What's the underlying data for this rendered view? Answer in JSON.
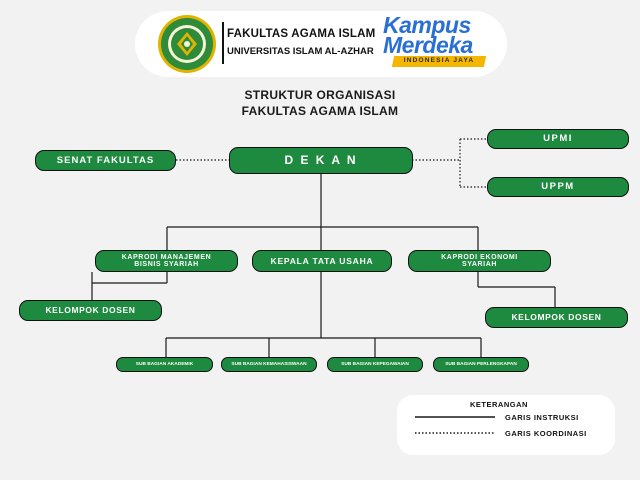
{
  "header": {
    "faculty": "FAKULTAS AGAMA ISLAM",
    "university": "UNIVERSITAS ISLAM AL-AZHAR",
    "kampus_word1": "Kampus",
    "kampus_word2": "Merdeka",
    "kampus_tagline": "INDONESIA JAYA",
    "seal_icon": "university-seal-icon",
    "colors": {
      "seal_green": "#2e8b3a",
      "seal_gold": "#e0b400",
      "kampus_blue": "#2a6fd6",
      "kampus_yellow": "#f5b600"
    }
  },
  "title": {
    "line1": "STRUKTUR ORGANISASI",
    "line2": "FAKULTAS AGAMA ISLAM"
  },
  "nodes": {
    "dekan": "D E K A N",
    "senat": "SENAT FAKULTAS",
    "upmi": "UPMI",
    "uppm": "UPPM",
    "kaprodi_mbs": "KAPRODI MANAJEMEN BISNIS SYARIAH",
    "kepala_tu": "KEPALA TATA USAHA",
    "kaprodi_es": "KAPRODI EKONOMI SYARIAH",
    "kelompok_dosen_left": "KELOMPOK DOSEN",
    "kelompok_dosen_right": "KELOMPOK DOSEN",
    "sub_akademik": "SUB BAGIAN AKADEMIK",
    "sub_kemahasiswaan": "SUB BAGIAN KEMAHASISWAAN",
    "sub_kepegawaian": "SUB BAGIAN KEPEGAWAIAN",
    "sub_perlengkapan": "SUB BAGIAN PERLENGKAPAN"
  },
  "legend": {
    "title": "KETERANGAN",
    "solid_label": "GARIS INSTRUKSI",
    "dotted_label": "GARIS KOORDINASI"
  },
  "colors": {
    "box_fill": "#1d8a3f",
    "box_text": "#ffffff",
    "line": "#1a1a1a",
    "background": "#f2f2f2"
  }
}
